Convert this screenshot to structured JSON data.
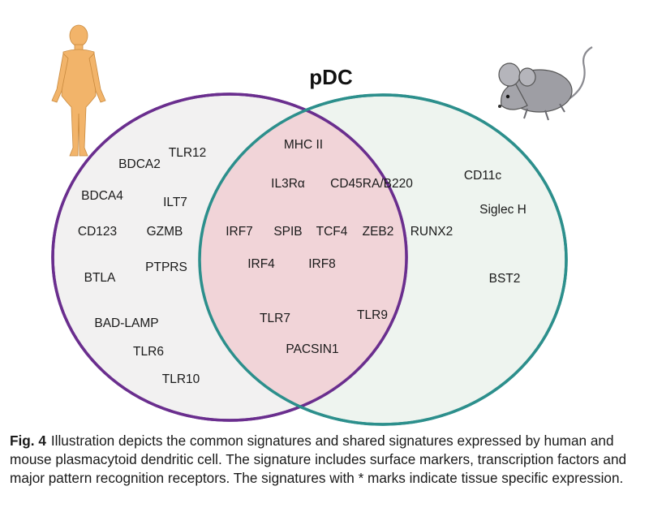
{
  "title": "pDC",
  "colors": {
    "human_circle_stroke": "#6a2e8e",
    "human_circle_fill": "#f2f1f1",
    "mouse_circle_stroke": "#2c8f8c",
    "mouse_circle_fill": "#eef4ef",
    "overlap_fill": "#f1d4d8",
    "human_figure": "#f2b46a",
    "mouse_figure": "#9e9ea4"
  },
  "icons": {
    "human": "human-figure-icon",
    "mouse": "mouse-icon"
  },
  "human_only": [
    "BDCA2",
    "TLR12",
    "BDCA4",
    "ILT7",
    "CD123",
    "GZMB",
    "BTLA",
    "PTPRS",
    "BAD-LAMP",
    "TLR6",
    "TLR10"
  ],
  "shared": [
    "MHC II",
    "IL3Rα",
    "CD45RA/B220",
    "IRF7",
    "SPIB",
    "TCF4",
    "ZEB2",
    "RUNX2",
    "IRF4",
    "IRF8",
    "TLR7",
    "TLR9",
    "PACSIN1"
  ],
  "mouse_only": [
    "CD11c",
    "Siglec H",
    "BST2"
  ],
  "caption": {
    "label": "Fig. 4",
    "text": "Illustration depicts the common signatures and shared signatures expressed by human and mouse plasmacytoid dendritic cell. The signature includes surface markers, transcription factors and major pattern recognition receptors. The signatures with * marks indicate tissue specific expression."
  }
}
